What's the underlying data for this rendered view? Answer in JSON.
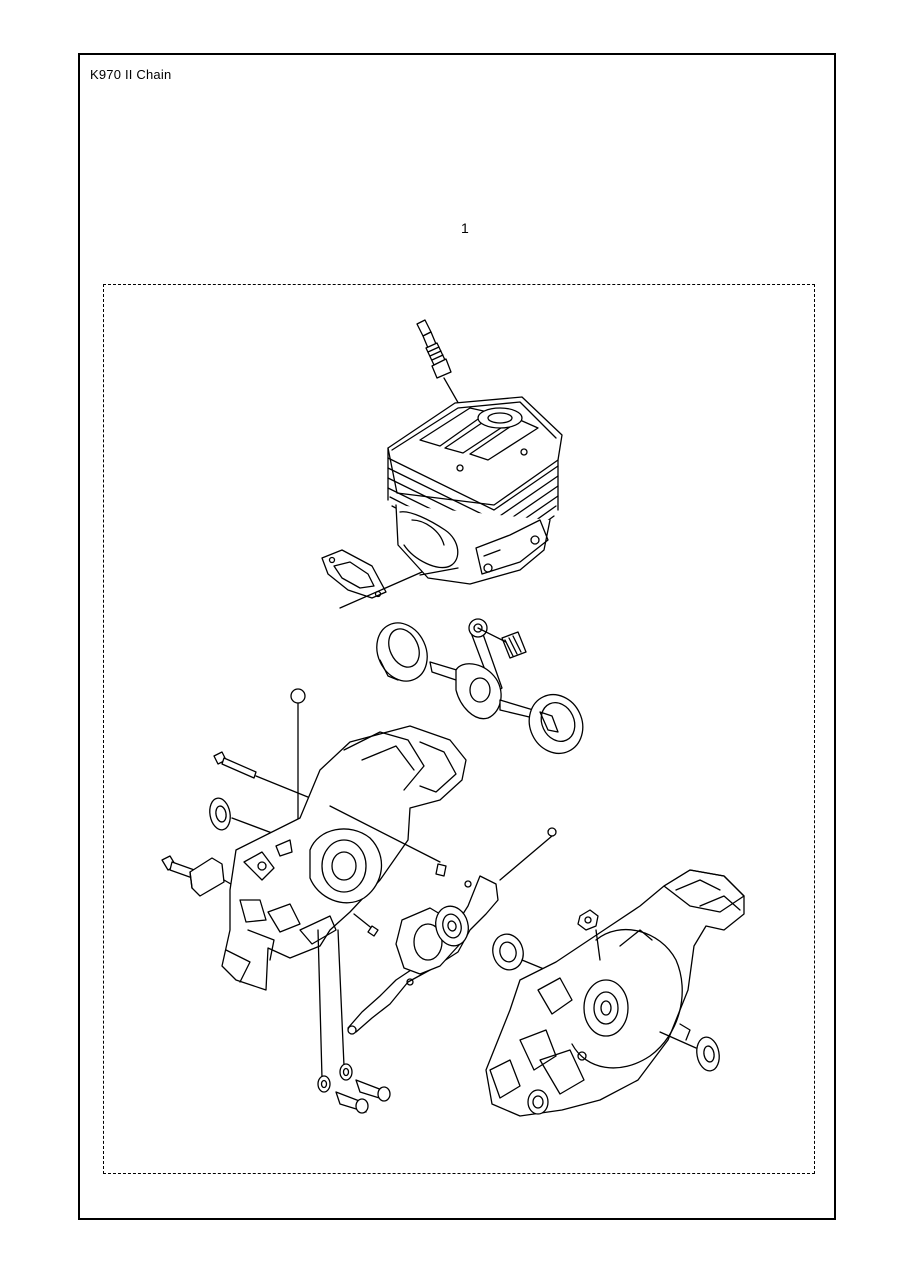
{
  "document": {
    "title": "K970 II Chain",
    "item_number": "1"
  },
  "drawing": {
    "subject": "exploded-parts-assembly",
    "parts": [
      "spark-plug",
      "cylinder",
      "cylinder-gasket",
      "crankshaft",
      "needle-bearing",
      "crankcase-half-left",
      "crankcase-half-right",
      "crankcase-gasket",
      "ball-bearing",
      "oil-seal",
      "screw",
      "stud",
      "washer"
    ]
  }
}
